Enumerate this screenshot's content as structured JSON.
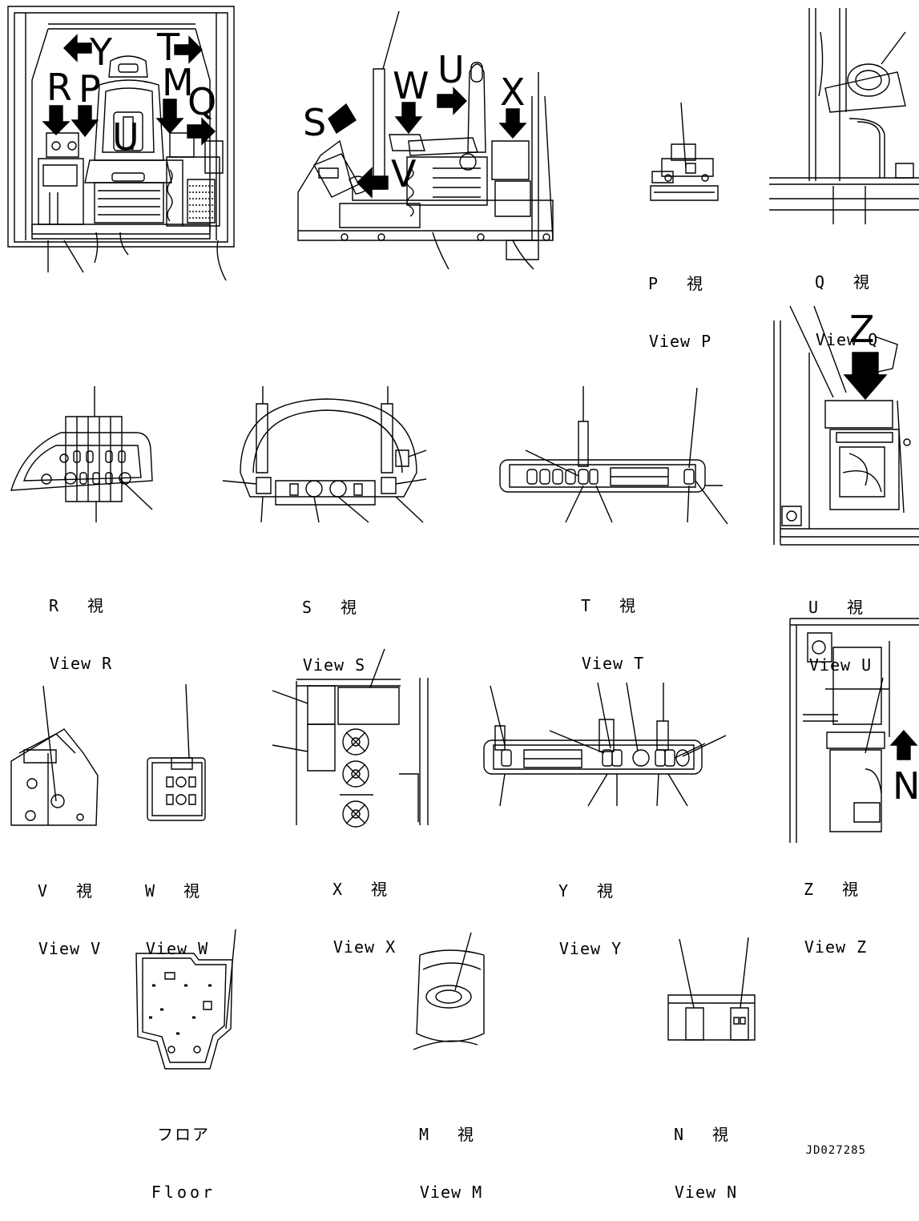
{
  "overview_labels": {
    "main": [
      "Y",
      "T",
      "R",
      "P",
      "M",
      "Q",
      "U"
    ],
    "side": [
      "S",
      "W",
      "U",
      "X",
      "V"
    ]
  },
  "view_u_label": "Z",
  "view_z_label": "N",
  "views": [
    {
      "id": "P",
      "jp": "P 視",
      "en": "View P"
    },
    {
      "id": "Q",
      "jp": "Q 視",
      "en": "View Q"
    },
    {
      "id": "R",
      "jp": "R 視",
      "en": "View R"
    },
    {
      "id": "S",
      "jp": "S 視",
      "en": "View S"
    },
    {
      "id": "T",
      "jp": "T 視",
      "en": "View T"
    },
    {
      "id": "U",
      "jp": "U 視",
      "en": "View U"
    },
    {
      "id": "V",
      "jp": "V 視",
      "en": "View V"
    },
    {
      "id": "W",
      "jp": "W 視",
      "en": "View W"
    },
    {
      "id": "X",
      "jp": "X 視",
      "en": "View X"
    },
    {
      "id": "Y",
      "jp": "Y 視",
      "en": "View Y"
    },
    {
      "id": "Z",
      "jp": "Z 視",
      "en": "View Z"
    },
    {
      "id": "Floor",
      "jp": "フロア",
      "en": "Floor"
    },
    {
      "id": "M",
      "jp": "M 視",
      "en": "View M"
    },
    {
      "id": "N",
      "jp": "N 視",
      "en": "View N"
    }
  ],
  "document_number": "JD027285",
  "colors": {
    "ink": "#000000",
    "paper": "#ffffff"
  }
}
